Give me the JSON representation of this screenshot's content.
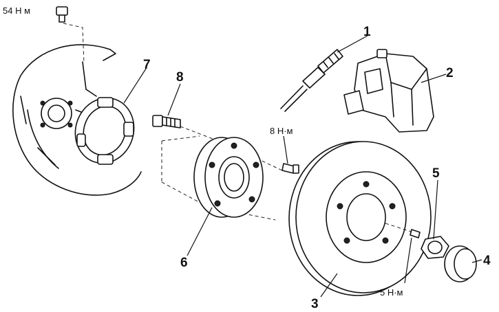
{
  "callouts": {
    "c1": "1",
    "c2": "2",
    "c3": "3",
    "c4": "4",
    "c5": "5",
    "c6": "6",
    "c7": "7",
    "c8": "8"
  },
  "torques": {
    "backing_plate_bolt": "54 Н м",
    "hub_screw": "8 Н·м",
    "disc_screw": "5 Н·м"
  }
}
